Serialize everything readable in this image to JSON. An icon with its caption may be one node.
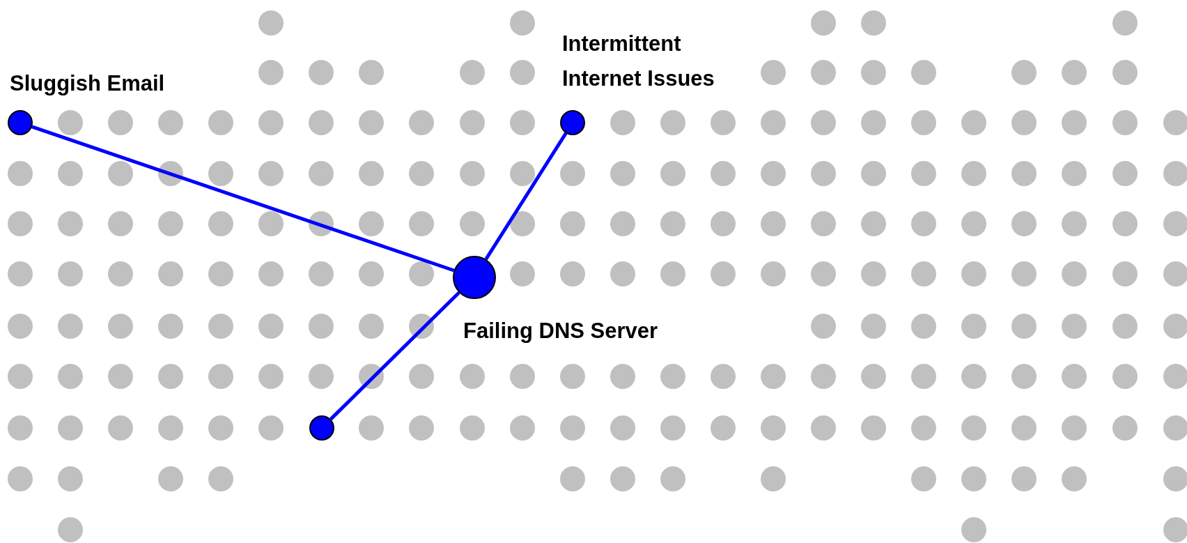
{
  "diagram": {
    "nodes": [
      {
        "text": [],
        "shape": "circle",
        "beside": [
          "Sluggish Email"
        ]
      },
      {
        "text": [],
        "shape": "circle",
        "beside": [
          "Intermittent Internet Issues"
        ]
      },
      {
        "text": [],
        "shape": "circle",
        "beside": [
          "Failing DNS Server"
        ]
      },
      {
        "text": [],
        "shape": "circle"
      }
    ],
    "edges": [
      {
        "from": 0,
        "to": 2,
        "arrow": "none"
      },
      {
        "from": 1,
        "to": 2,
        "arrow": "none"
      },
      {
        "from": 3,
        "to": 2,
        "arrow": "none"
      }
    ]
  }
}
